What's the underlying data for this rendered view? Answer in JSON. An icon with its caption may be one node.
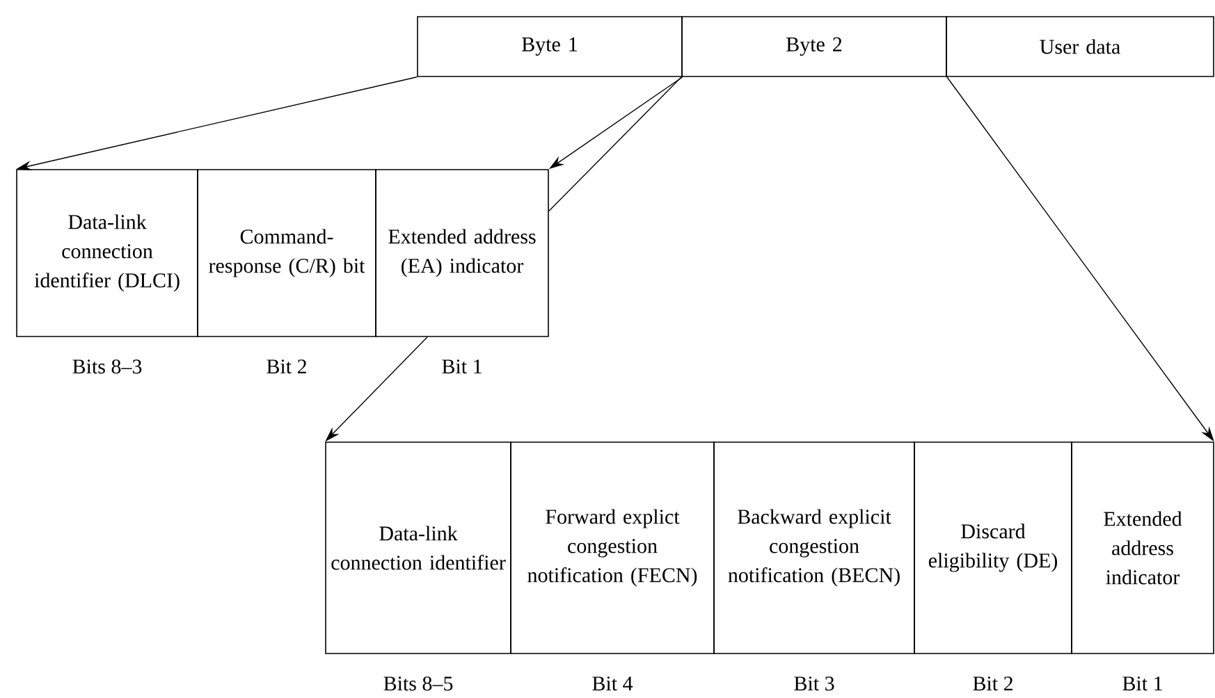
{
  "diagram": {
    "nodes": [
      {
        "text": [
          "Byte 1"
        ]
      },
      {
        "text": [
          "Byte 2"
        ]
      },
      {
        "text": [
          "User data"
        ]
      },
      {
        "text": [
          "Data-link connection identifier (DLCI)"
        ],
        "beside": [
          "Bits 8–3"
        ]
      },
      {
        "text": [
          "Command-response (C/R) bit"
        ],
        "beside": [
          "Bit 2"
        ]
      },
      {
        "text": [
          "Extended address (EA) indicator"
        ],
        "beside": [
          "Bit 1"
        ]
      },
      {
        "text": [
          "Data-link connection identifier"
        ],
        "beside": [
          "Bits 8–5"
        ]
      },
      {
        "text": [
          "Forward explict congestion notification (FECN)"
        ],
        "beside": [
          "Bit 4"
        ]
      },
      {
        "text": [
          "Backward explicit congestion notification (BECN)"
        ],
        "beside": [
          "Bit 3"
        ]
      },
      {
        "text": [
          "Discard eligibility (DE)"
        ],
        "beside": [
          "Bit 2"
        ]
      },
      {
        "text": [
          "Extended address indicator"
        ],
        "beside": [
          "Bit 1"
        ]
      }
    ],
    "edges": [
      {
        "from": 0,
        "to": 3,
        "arrow": "to"
      },
      {
        "from": 0,
        "to": 5,
        "arrow": "to"
      },
      {
        "from": 1,
        "to": 5,
        "arrow": "none"
      },
      {
        "from": 5,
        "to": 6,
        "arrow": "to"
      },
      {
        "from": 1,
        "to": 10,
        "arrow": "to"
      }
    ]
  }
}
